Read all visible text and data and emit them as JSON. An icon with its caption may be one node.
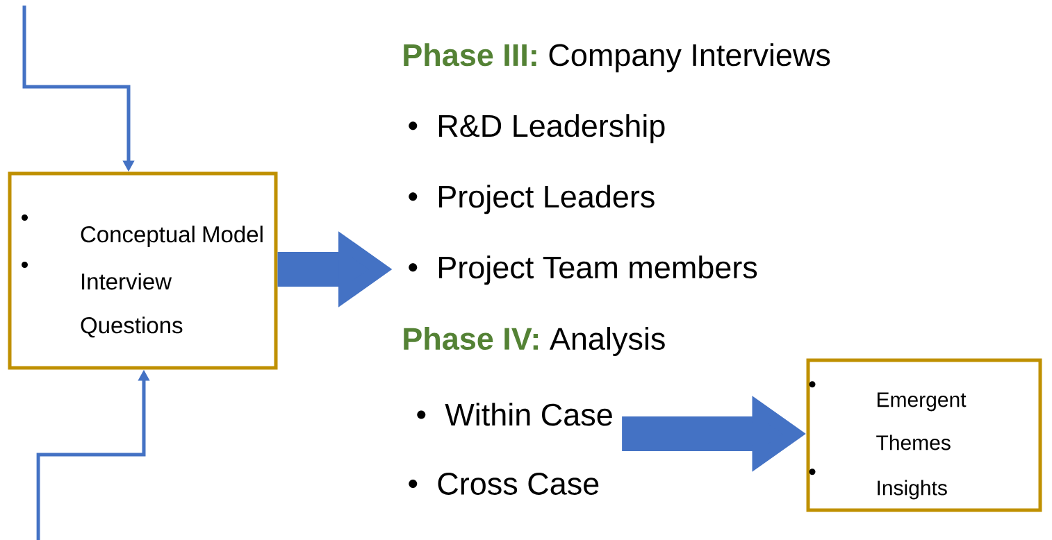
{
  "diagram": {
    "nodes": [
      {
        "text": [
          "Conceptual Model",
          "Interview Questions"
        ]
      },
      {
        "text": [
          "Phase III:",
          "Company Interviews",
          "R&D Leadership",
          "Project Leaders",
          "Project Team members"
        ]
      },
      {
        "text": [
          "Within Case"
        ]
      },
      {
        "text": [
          "Emergent Themes",
          "Insights"
        ]
      }
    ],
    "edges": [
      {
        "from": null,
        "to": 0,
        "arrow": "to"
      },
      {
        "from": null,
        "to": 0,
        "arrow": "to"
      },
      {
        "from": 0,
        "to": 1,
        "arrow": "to",
        "style": "thick"
      },
      {
        "from": 2,
        "to": 3,
        "arrow": "to",
        "style": "thick"
      }
    ],
    "labels": [
      "Phase IV:",
      "Analysis",
      "Cross Case"
    ]
  }
}
